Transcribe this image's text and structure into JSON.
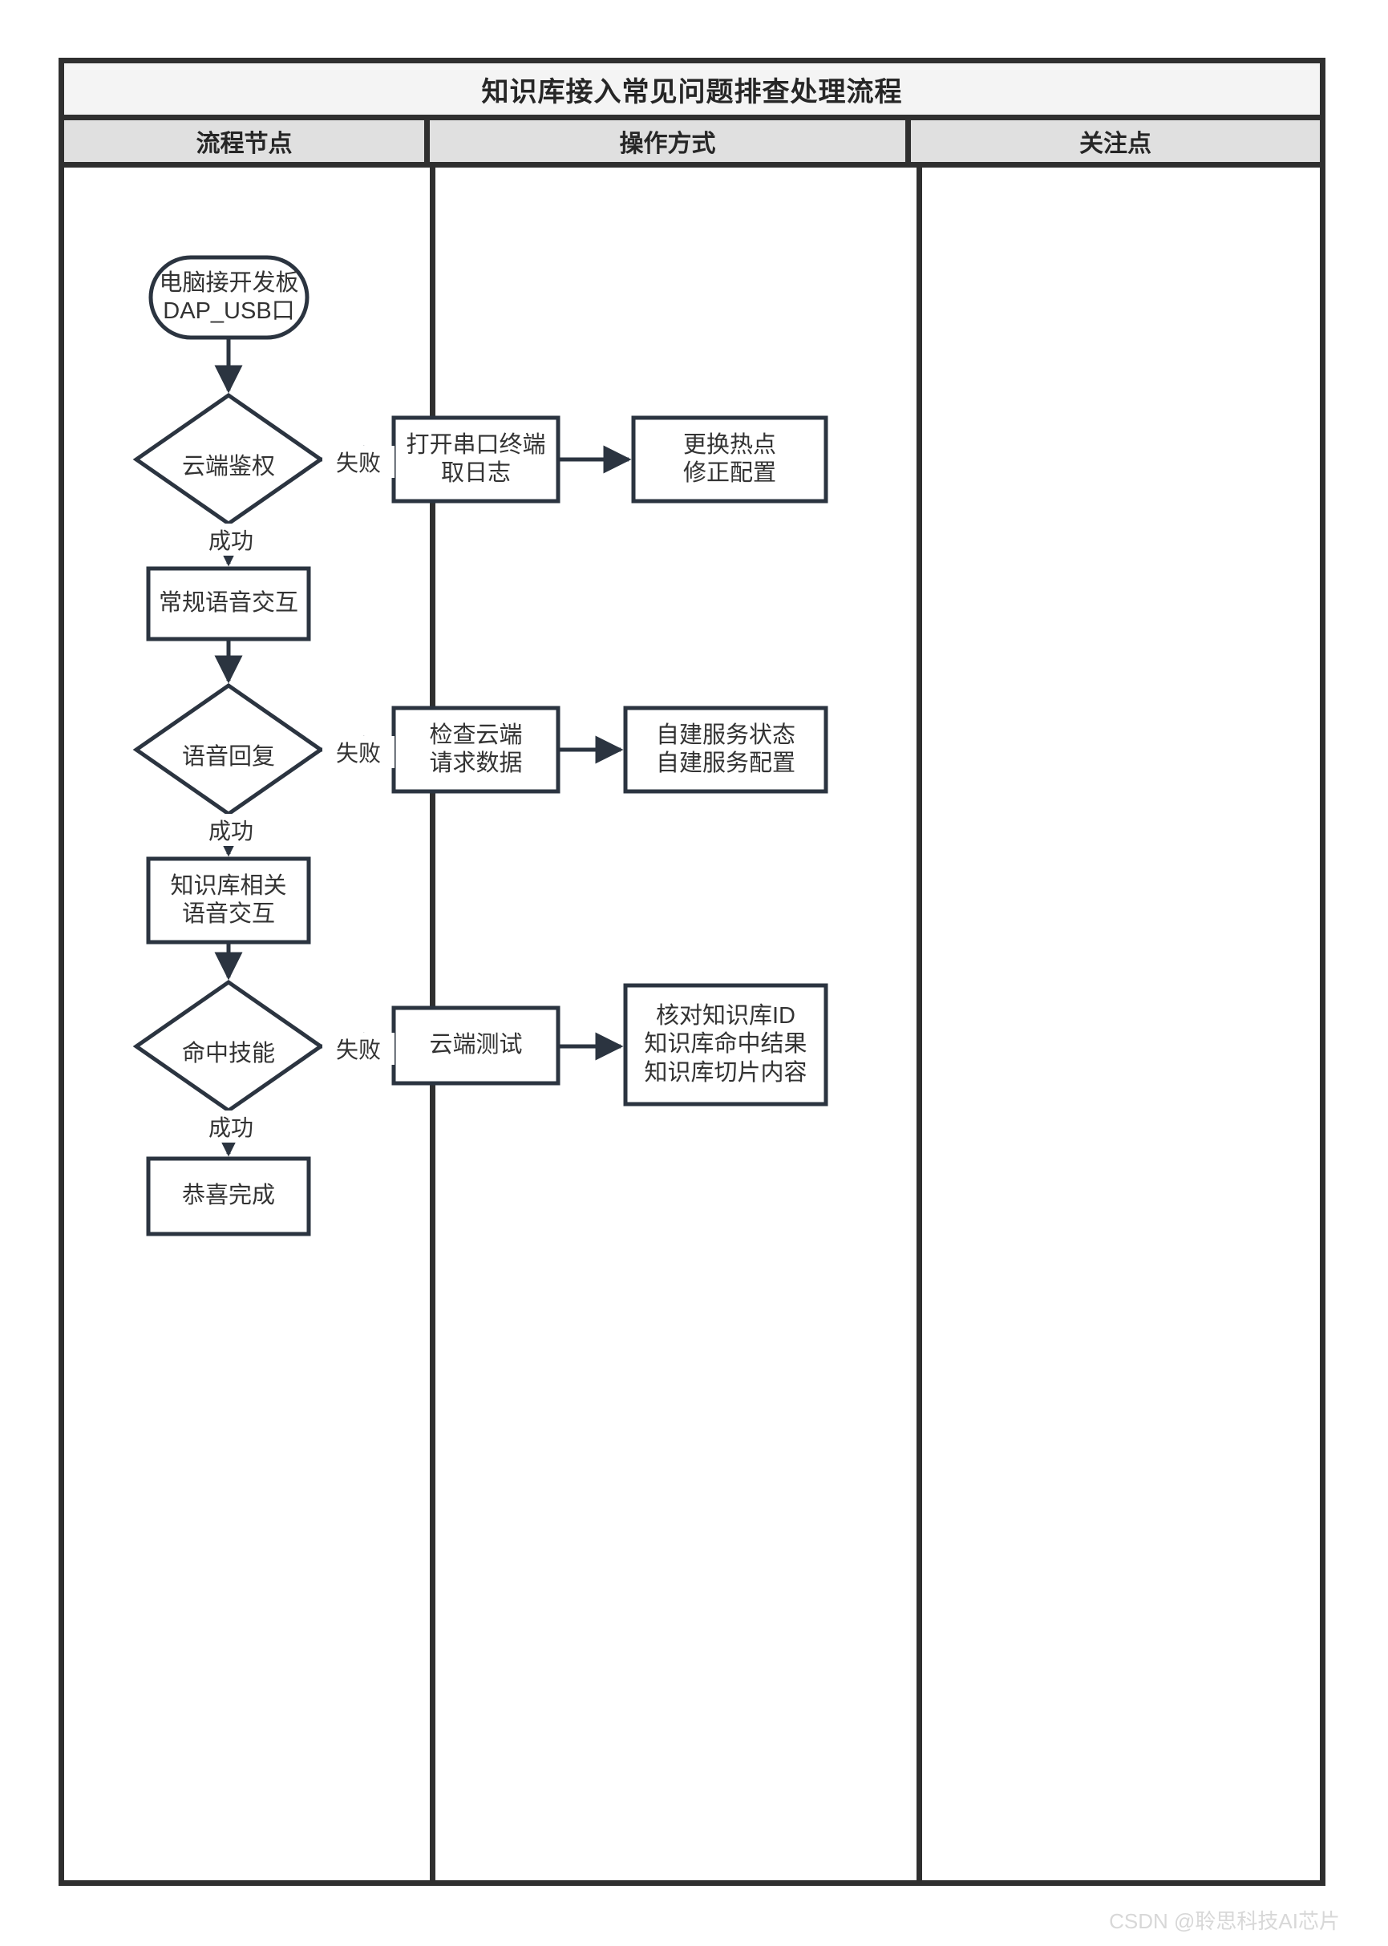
{
  "title": "知识库接入常见问题排查处理流程",
  "columns": [
    {
      "label": "流程节点"
    },
    {
      "label": "操作方式"
    },
    {
      "label": "关注点"
    }
  ],
  "nodes": {
    "start": {
      "line1": "电脑接开发板",
      "line2": "DAP_USB口"
    },
    "decision_auth": {
      "line1": "云端鉴权"
    },
    "action_serial": {
      "line1": "打开串口终端",
      "line2": "取日志"
    },
    "focus_hotspot": {
      "line1": "更换热点",
      "line2": "修正配置"
    },
    "process_voice": {
      "line1": "常规语音交互"
    },
    "decision_reply": {
      "line1": "语音回复"
    },
    "action_cloud_req": {
      "line1": "检查云端",
      "line2": "请求数据"
    },
    "focus_selfhost": {
      "line1": "自建服务状态",
      "line2": "自建服务配置"
    },
    "process_kb_voice": {
      "line1": "知识库相关",
      "line2": "语音交互"
    },
    "decision_skill": {
      "line1": "命中技能"
    },
    "action_cloud_test": {
      "line1": "云端测试"
    },
    "focus_kb": {
      "line1": "核对知识库ID",
      "line2": "知识库命中结果",
      "line3": "知识库切片内容"
    },
    "end": {
      "line1": "恭喜完成"
    }
  },
  "edge_labels": {
    "fail_1": "失败",
    "success_1": "成功",
    "fail_2": "失败",
    "success_2": "成功",
    "fail_3": "失败",
    "success_3": "成功"
  },
  "watermark": "CSDN @聆思科技AI芯片",
  "colors": {
    "stroke": "#2b3440",
    "frame": "#2f2f2f",
    "title_bg": "#f4f4f4",
    "header_bg": "#e0e0e0",
    "text": "#333333",
    "node_fill": "#ffffff"
  }
}
